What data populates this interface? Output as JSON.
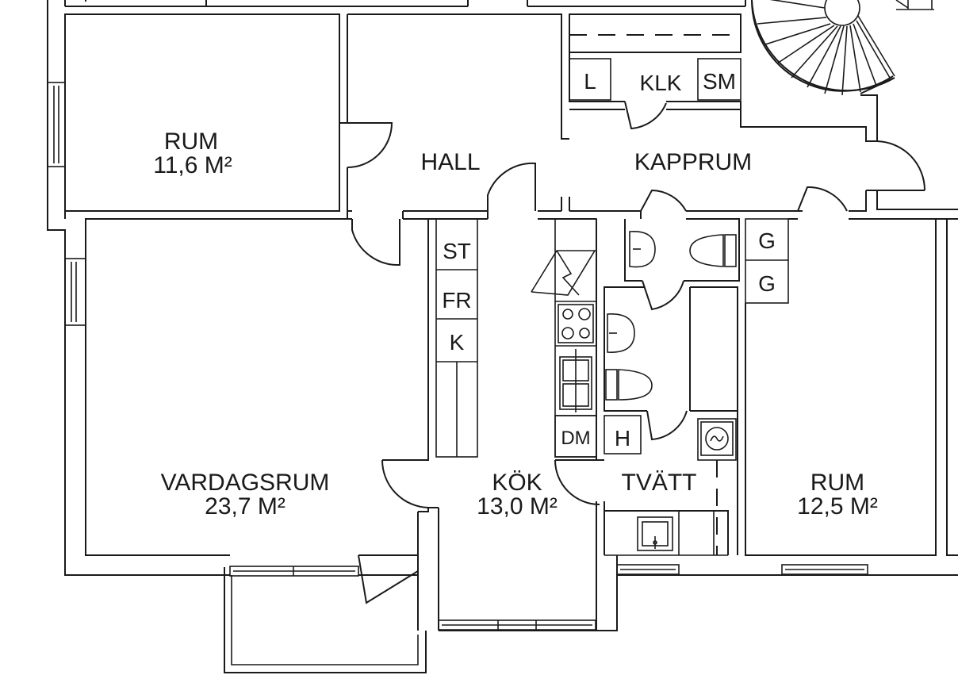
{
  "rooms": {
    "rum_small": {
      "name": "RUM",
      "area": "11,6 M²"
    },
    "hall": {
      "name": "HALL"
    },
    "kapprum": {
      "name": "KAPPRUM"
    },
    "vardagsrum": {
      "name": "VARDAGSRUM",
      "area": "23,7 M²"
    },
    "kok": {
      "name": "KÖK",
      "area": "13,0 M²"
    },
    "tvatt": {
      "name": "TVÄTT"
    },
    "rum_right": {
      "name": "RUM",
      "area": "12,5 M²"
    }
  },
  "storage": {
    "l": "L",
    "klk": "KLK",
    "sm": "SM",
    "st": "ST",
    "fr": "FR",
    "k": "K",
    "g1": "G",
    "g2": "G",
    "dm": "DM",
    "h": "H"
  },
  "icons": [
    "stair-icon",
    "washbasin-icon",
    "toilet-icon",
    "stove-icon",
    "sink-icon",
    "washing-machine-icon",
    "door-swing-icon",
    "window-icon"
  ]
}
